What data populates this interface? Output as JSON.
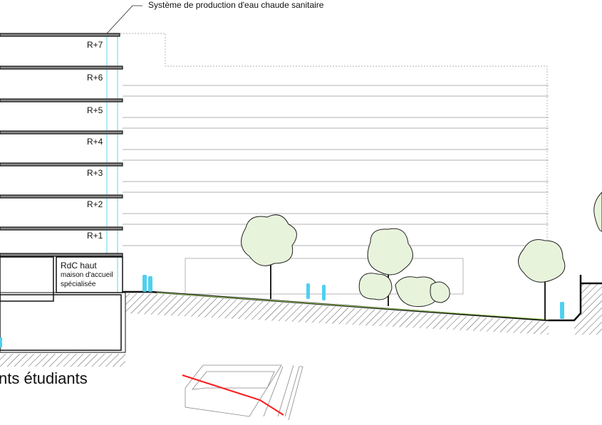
{
  "annotation_top": "Système de production d'eau chaude sanitaire",
  "floors": [
    "R+7",
    "R+6",
    "R+5",
    "R+4",
    "R+3",
    "R+2",
    "R+1"
  ],
  "rdc": {
    "title": "RdC haut",
    "line1": "maison d'accueil",
    "line2": "spécialisée"
  },
  "caption": "nts étudiants",
  "colors": {
    "people": "#4fd0f0",
    "cut_line": "#ff1a1a",
    "tree_fill": "#e8f3dc",
    "ground_accent": "#9ccf5a"
  }
}
